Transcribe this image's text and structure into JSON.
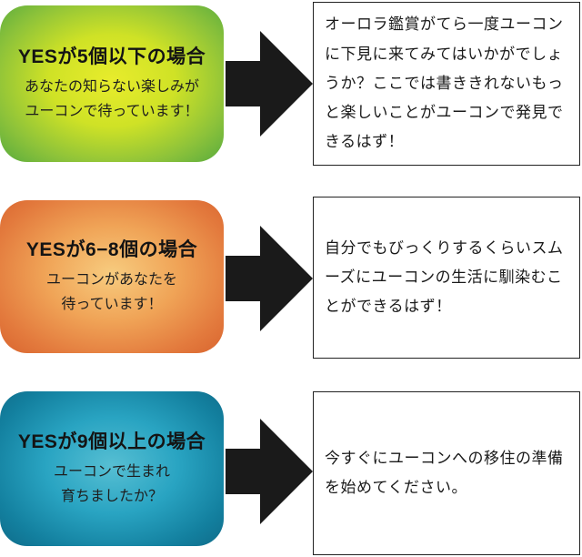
{
  "rows": [
    {
      "title": "YESが5個以下の場合",
      "desc_lines": [
        "あなたの知らない楽しみが",
        "ユーコンで待っています！"
      ],
      "message": "オーロラ鑑賞がてら一度ユーコンに下見に来てみてはいかがでしょうか？ここでは書ききれないもっと楽しいことがユーコンで発見できるはず！"
    },
    {
      "title": "YESが6−8個の場合",
      "desc_lines": [
        "ユーコンがあなたを",
        "待っています！"
      ],
      "message": "自分でもびっくりするくらいスムーズにユーコンの生活に馴染むことができるはず！"
    },
    {
      "title": "YESが9個以上の場合",
      "desc_lines": [
        "ユーコンで生まれ",
        "育ちましたか？"
      ],
      "message": "今すぐにユーコンへの移住の準備を始めてください。"
    }
  ],
  "colors": {
    "green": "#c4e02a",
    "orange": "#ea8e49",
    "blue": "#1b8fb0",
    "arrow": "#1a1a1a"
  }
}
